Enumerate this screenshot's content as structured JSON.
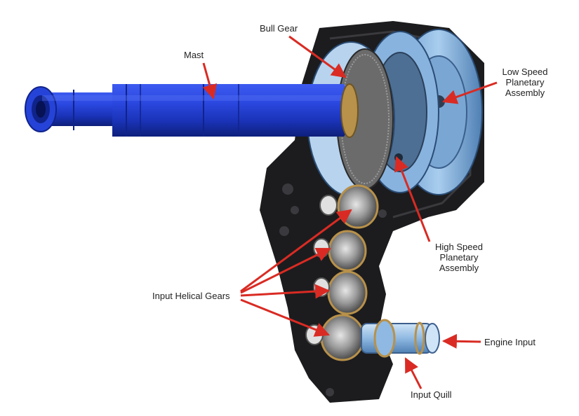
{
  "labels": {
    "mast": "Mast",
    "bull_gear": "Bull Gear",
    "low_speed": [
      "Low Speed",
      "Planetary",
      "Assembly"
    ],
    "high_speed": [
      "High Speed",
      "Planetary",
      "Assembly"
    ],
    "input_helical_gears": "Input Helical Gears",
    "engine_input": "Engine Input",
    "input_quill": "Input Quill"
  },
  "colors": {
    "arrow": "#d92b23",
    "mast_blue": "#1f3fd1",
    "mast_dark": "#10238a",
    "housing": "#1c1c1e",
    "planetary_light": "#9ec6ea",
    "planetary_mid": "#5f93c6",
    "brass": "#b8914a"
  }
}
